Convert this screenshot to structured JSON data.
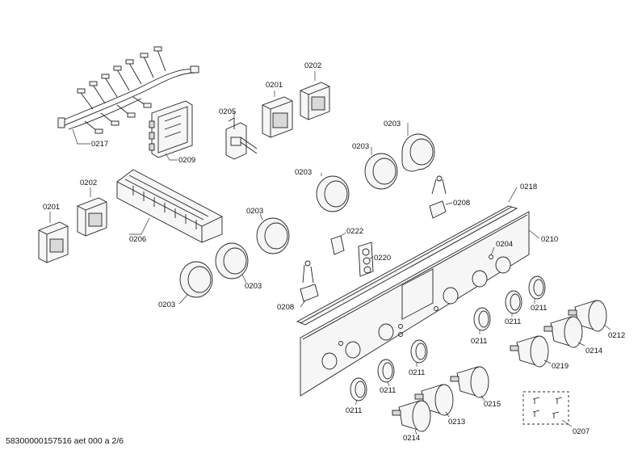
{
  "diagram": {
    "labels": {
      "wire_harness": "0217",
      "timer_module_top": "0209",
      "switch_top": "0205",
      "relay_left_a_top": "0201",
      "relay_right_top": "0202",
      "relay_left_b": "0201",
      "relay_small_b": "0202",
      "terminal_block": "0206",
      "knob_holder_a": "0203",
      "knob_holder_b": "0203",
      "knob_holder_c": "0203",
      "knob_holder_d": "0203",
      "knob_holder_e": "0203",
      "knob_holder_f": "0203",
      "sensor_right": "0208",
      "sensor_left": "0208",
      "bracket_0222": "0222",
      "cover_0220": "0220",
      "lamp_0204": "0204",
      "strip_0218": "0218",
      "panel_0210": "0210",
      "ring_a": "0211",
      "ring_b": "0211",
      "ring_c": "0211",
      "ring_d": "0211",
      "ring_e": "0211",
      "ring_f": "0211",
      "knob_0212": "0212",
      "knob_0214_right": "0214",
      "knob_0219": "0219",
      "knob_0215": "0215",
      "knob_0213": "0213",
      "knob_0214_left": "0214",
      "screws_0207": "0207"
    }
  },
  "footer": {
    "document_id": "58300000157516 aet 000 a 2/6"
  }
}
